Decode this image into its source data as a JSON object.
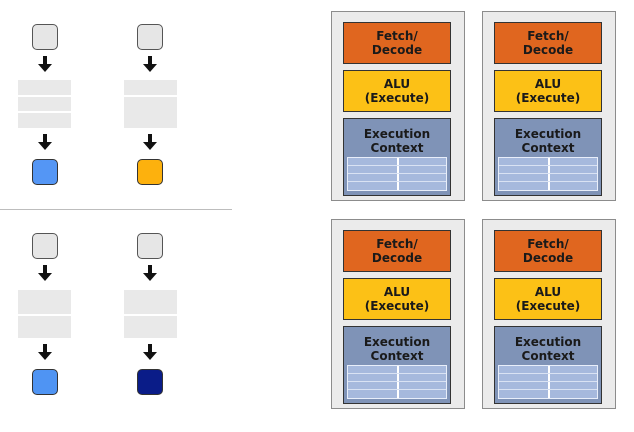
{
  "left": {
    "top_pairs": [
      {
        "output_color": "#5496f5"
      },
      {
        "output_color": "#fdb10d"
      }
    ],
    "bottom_pairs": [
      {
        "output_color": "#4f94f3"
      },
      {
        "output_color": "#0a1c88"
      }
    ]
  },
  "cores": [
    {
      "fetch_label": "Fetch/\nDecode",
      "alu_label": "ALU\n(Execute)",
      "context_label": "Execution\nContext"
    },
    {
      "fetch_label": "Fetch/\nDecode",
      "alu_label": "ALU\n(Execute)",
      "context_label": "Execution\nContext"
    },
    {
      "fetch_label": "Fetch/\nDecode",
      "alu_label": "ALU\n(Execute)",
      "context_label": "Execution\nContext"
    },
    {
      "fetch_label": "Fetch/\nDecode",
      "alu_label": "ALU\n(Execute)",
      "context_label": "Execution\nContext"
    }
  ],
  "colors": {
    "fetch": "#e0661f",
    "alu": "#fcc116",
    "context": "#7f93b7",
    "core_bg": "#ebebeb"
  }
}
